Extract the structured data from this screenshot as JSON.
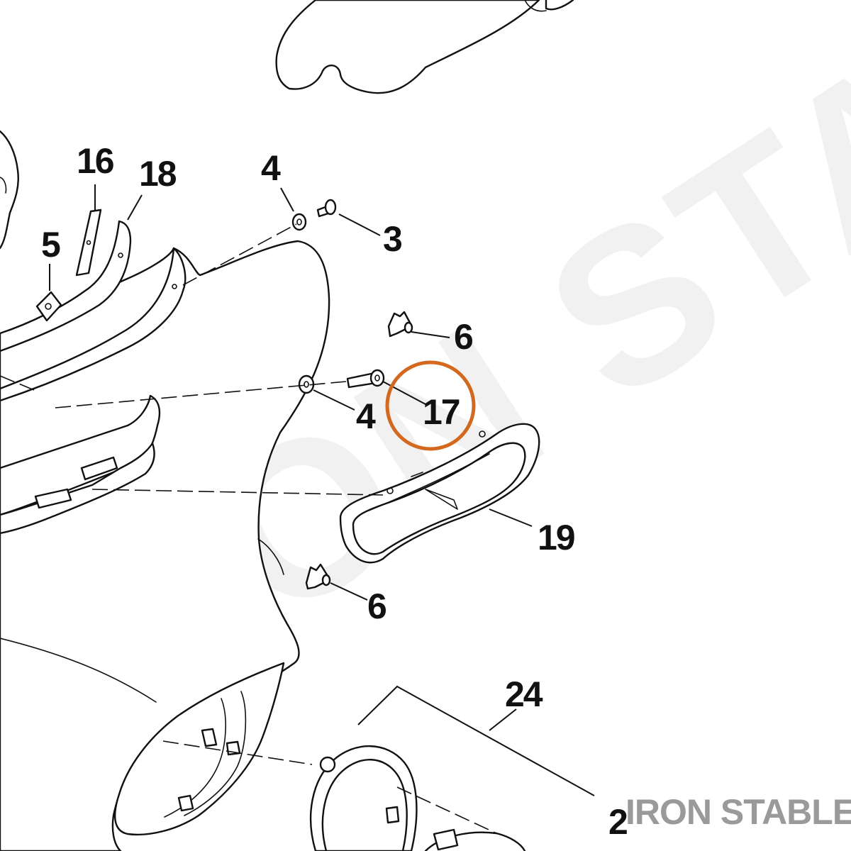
{
  "watermark": {
    "text": "IRON STABLE"
  },
  "brand": {
    "text": "IRON STABLE"
  },
  "highlight": {
    "color": "#d2691e"
  },
  "callouts": {
    "c16": "16",
    "c18": "18",
    "c4_top": "4",
    "c3": "3",
    "c5": "5",
    "c6_top": "6",
    "c17": "17",
    "c4_mid": "4",
    "c19": "19",
    "c6_bottom": "6",
    "c24": "24",
    "c2": "2"
  }
}
